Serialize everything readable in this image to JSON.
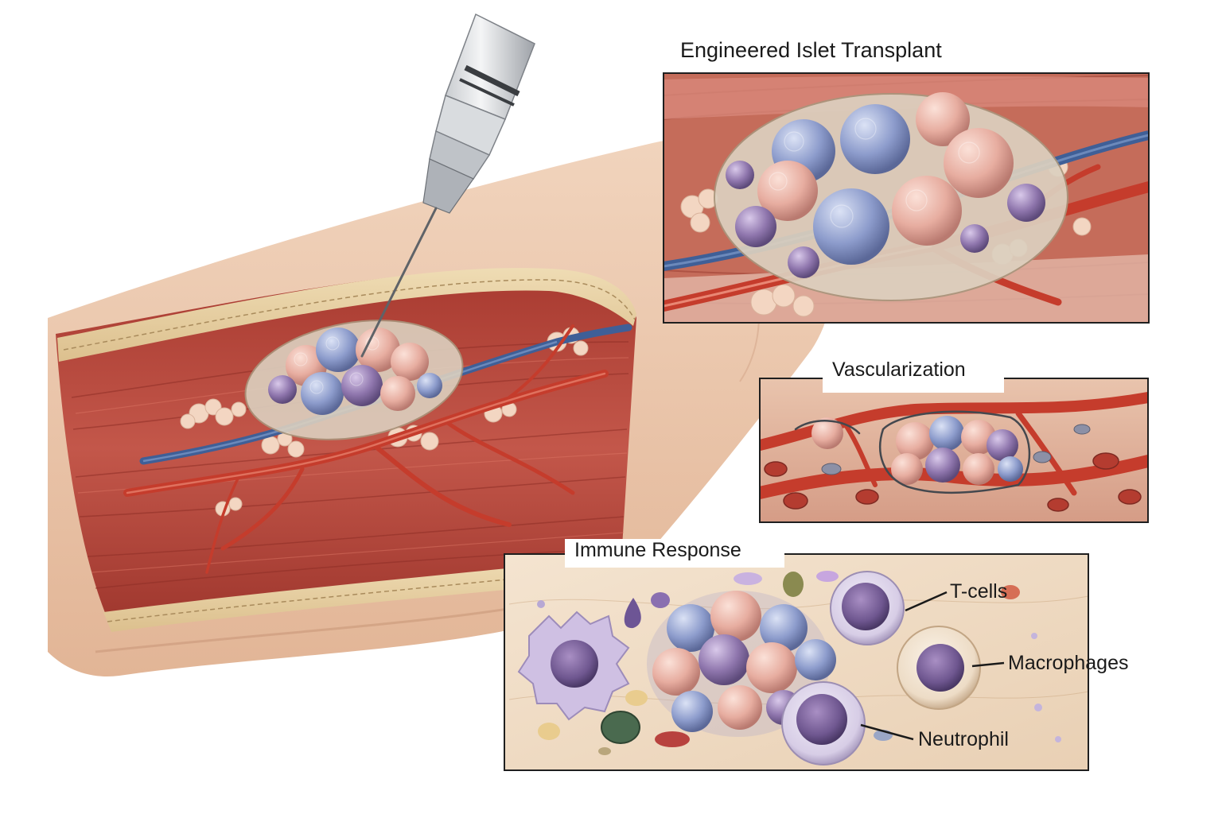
{
  "panels": {
    "transplant": {
      "title": "Engineered Islet Transplant"
    },
    "vascularization": {
      "title": "Vascularization"
    },
    "immune": {
      "title": "Immune Response",
      "labels": {
        "tcells": "T-cells",
        "macrophages": "Macrophages",
        "neutrophil": "Neutrophil"
      }
    }
  },
  "colors": {
    "skin": "#e8c2a4",
    "muscle": "#b9473b",
    "vein": "#3f5f97",
    "artery": "#c53c2c",
    "islet_pink": "#e7ada0",
    "islet_blue": "#8d9ccc",
    "islet_purple": "#8f76ad",
    "fat": "#f1d0bc"
  }
}
